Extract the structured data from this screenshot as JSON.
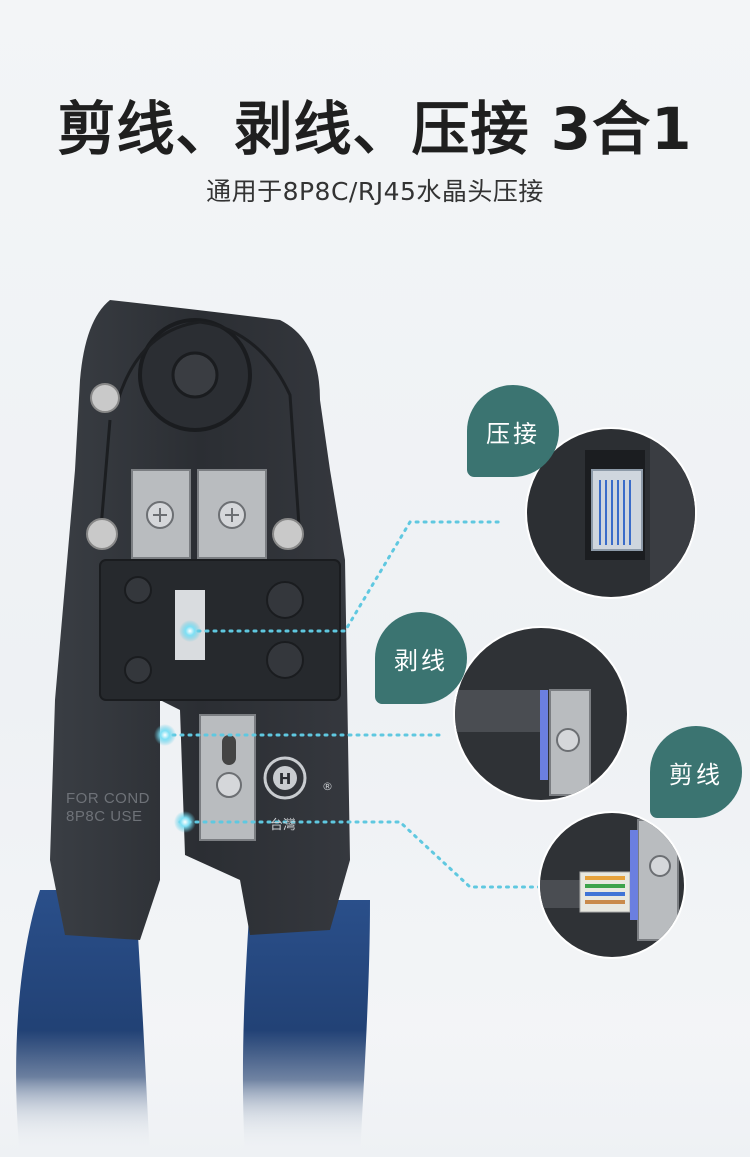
{
  "headline": "剪线、剥线、压接 3合1",
  "subline": "通用于8P8C/RJ45水晶头压接",
  "tool": {
    "engraving_line1": "FOR COND",
    "engraving_line2": "8P8C USE",
    "brand_text": "台灣",
    "brand_mark": "H",
    "registered": "®"
  },
  "callouts": [
    {
      "label": "压接",
      "icon": "crimp-closeup"
    },
    {
      "label": "剥线",
      "icon": "strip-closeup"
    },
    {
      "label": "剪线",
      "icon": "cut-closeup"
    }
  ],
  "colors": {
    "tool_body": "#2d3035",
    "handle": "#24447a",
    "bubble": "#3b7471",
    "dot_line": "#5fc8e0"
  }
}
